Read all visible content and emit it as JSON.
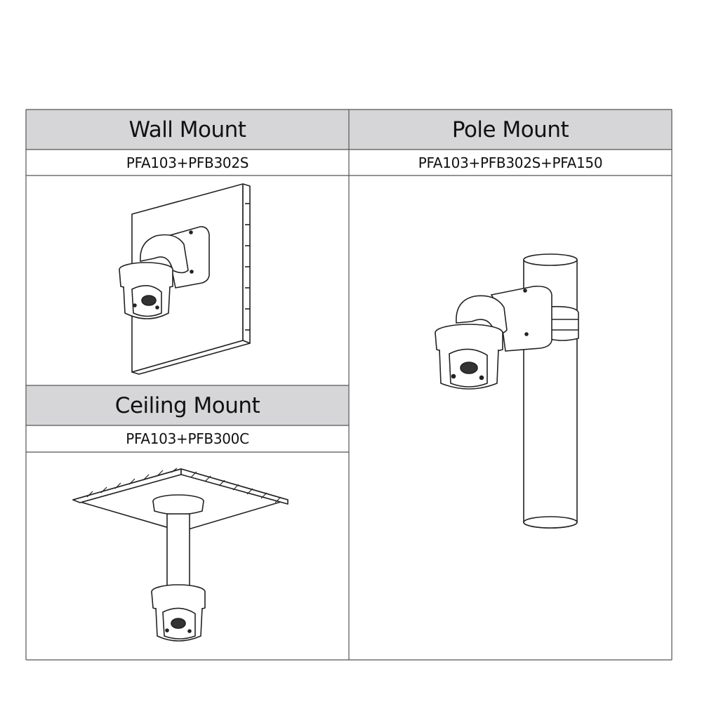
{
  "wall": {
    "title": "Wall Mount",
    "model": "PFA103+PFB302S"
  },
  "pole": {
    "title": "Pole Mount",
    "model": "PFA103+PFB302S+PFA150"
  },
  "ceiling": {
    "title": "Ceiling Mount",
    "model": "PFA103+PFB300C"
  },
  "colors": {
    "header_bg": "#d6d6d8",
    "line": "#555555"
  }
}
